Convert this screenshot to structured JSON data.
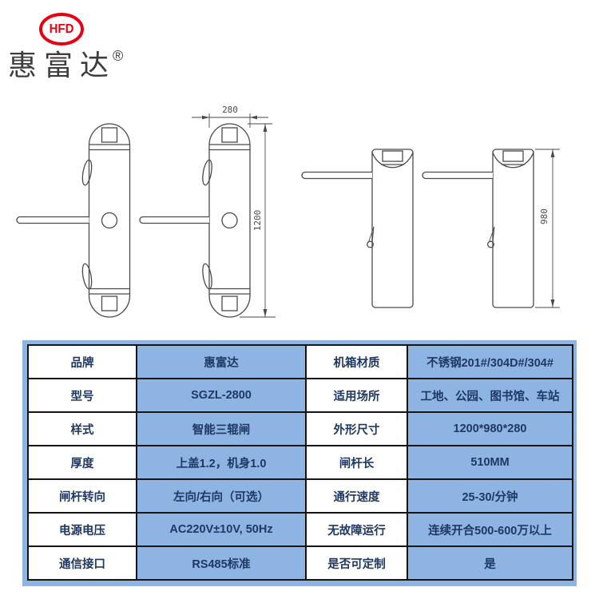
{
  "logo": {
    "monogram": "HFD",
    "brand": "惠富达",
    "registered": "®",
    "accent_red": "#e60012",
    "text_color": "#3d3d3d"
  },
  "drawings": {
    "front_width_label": "280",
    "front_height_label": "1200",
    "side_height_label": "980",
    "line_color": "#4a4a4a"
  },
  "spec_table": {
    "label_bg": "#ffffff",
    "value_bg": "#8db4e2",
    "text_color": "#1f3864",
    "border_color": "#141414",
    "rows": [
      [
        "品牌",
        "惠富达",
        "机箱材质",
        "不锈钢201#/304D#/304#"
      ],
      [
        "型号",
        "SGZL-2800",
        "适用场所",
        "工地、公园、图书馆、车站"
      ],
      [
        "样式",
        "智能三辊闸",
        "外形尺寸",
        "1200*980*280"
      ],
      [
        "厚度",
        "上盖1.2，机身1.0",
        "闸杆长",
        "510MM"
      ],
      [
        "闸杆转向",
        "左向/右向（可选）",
        "通行速度",
        "25-30/分钟"
      ],
      [
        "电源电压",
        "AC220V±10V, 50Hz",
        "无故障运行",
        "连续开合500-600万以上"
      ],
      [
        "通信接口",
        "RS485标准",
        "是否可定制",
        "是"
      ]
    ]
  }
}
